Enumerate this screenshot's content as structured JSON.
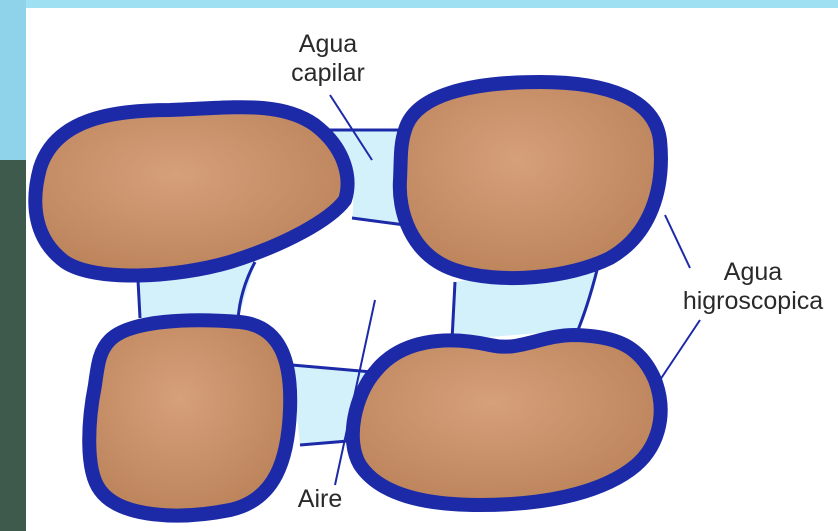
{
  "diagram": {
    "labels": {
      "agua_capilar": [
        "Agua",
        "capilar"
      ],
      "agua_higroscopica": [
        "Agua",
        "higroscopica"
      ],
      "aire": "Aire"
    },
    "colors": {
      "slide_top_band": "#9fe0f3",
      "slide_side_band": "#3d5a4c",
      "soil_particle": "#c99066",
      "hygroscopic_film": "#1d2aa8",
      "capillary_water": "#d2f1fb",
      "air_background": "#ffffff",
      "leader_lines": "#1d2aa8"
    },
    "components": [
      "soil-particle",
      "soil-particle",
      "soil-particle",
      "soil-particle"
    ]
  }
}
